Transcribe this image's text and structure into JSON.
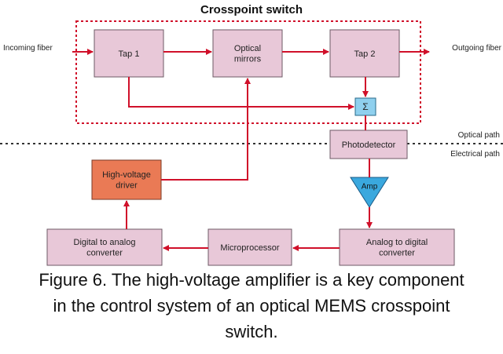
{
  "diagram": {
    "title": "Crosspoint switch",
    "side_labels": {
      "incoming": "Incoming fiber",
      "outgoing": "Outgoing fiber",
      "optical_path": "Optical path",
      "electrical_path": "Electrical path"
    },
    "blocks": {
      "tap1": {
        "label": [
          "Tap 1"
        ]
      },
      "optical_mirrors": {
        "label": [
          "Optical",
          "mirrors"
        ]
      },
      "tap2": {
        "label": [
          "Tap 2"
        ]
      },
      "summing": {
        "label": [
          "Σ"
        ]
      },
      "photodetector": {
        "label": [
          "Photodetector"
        ]
      },
      "amp": {
        "label": [
          "Amp"
        ]
      },
      "hv_driver": {
        "label": [
          "High-voltage",
          "driver"
        ]
      },
      "dac": {
        "label": [
          "Digital to analog",
          "converter"
        ]
      },
      "microprocessor": {
        "label": [
          "Microprocessor"
        ]
      },
      "adc": {
        "label": [
          "Analog to digital",
          "converter"
        ]
      }
    }
  },
  "caption": {
    "lines": [
      "Figure 6. The high-voltage amplifier is a key component",
      "in the control system of an optical MEMS crosspoint",
      "switch."
    ]
  },
  "colors": {
    "block_fill": "#e8c8d8",
    "block_stroke": "#6e5a66",
    "hv_fill": "#ea7a55",
    "sum_fill": "#8fd0ee",
    "amp_fill": "#3aa8de",
    "arrow": "#d0102a",
    "dotted_frame": "#d0102a",
    "path_divider": "#333333"
  }
}
